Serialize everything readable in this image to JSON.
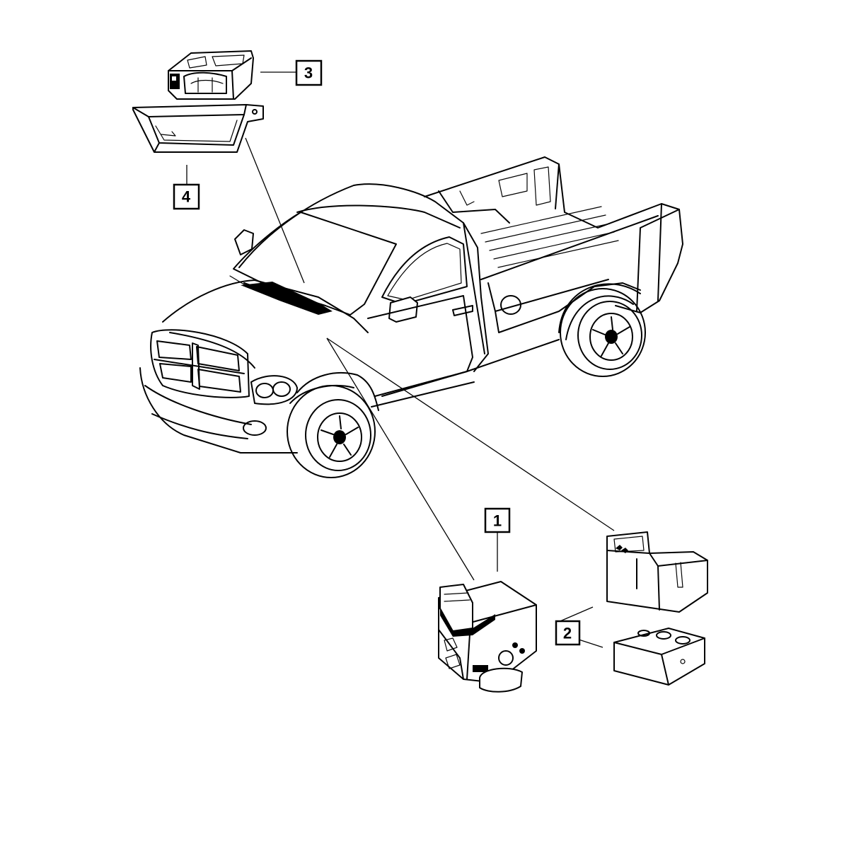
{
  "callouts": [
    {
      "id": "1",
      "label": "1",
      "part": "abs-module-assembly"
    },
    {
      "id": "2",
      "label": "2",
      "part": "abs-control-module"
    },
    {
      "id": "3",
      "label": "3",
      "part": "dash-switch-bezel-unit"
    },
    {
      "id": "4",
      "label": "4",
      "part": "mounting-bracket"
    }
  ],
  "colors": {
    "ink": "#000000",
    "background": "#ffffff"
  }
}
